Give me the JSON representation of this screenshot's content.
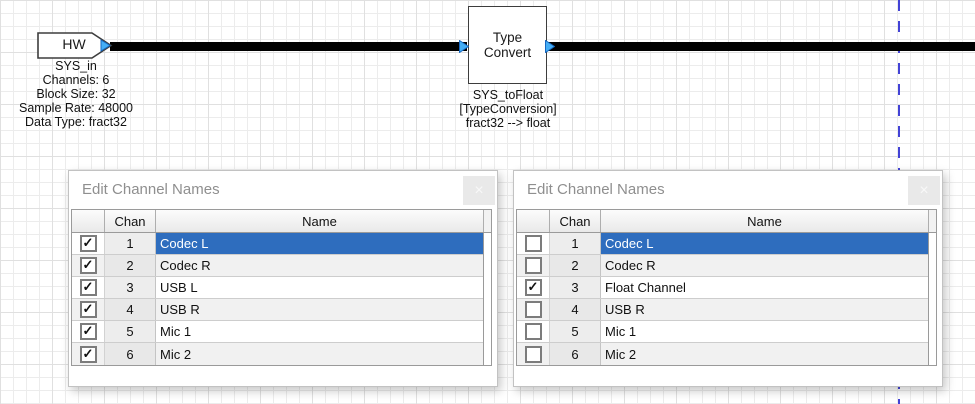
{
  "canvas": {
    "hw_block": {
      "title": "HW",
      "labels": [
        "SYS_in",
        "Channels: 6",
        "Block Size: 32",
        "Sample Rate: 48000",
        "Data Type: fract32"
      ]
    },
    "type_convert_block": {
      "title_lines": [
        "Type",
        "Convert"
      ],
      "labels": [
        "SYS_toFloat",
        "[TypeConversion]",
        "fract32 --> float"
      ]
    }
  },
  "dialogs": [
    {
      "title": "Edit Channel Names",
      "close_glyph": "×",
      "columns": {
        "chan": "Chan",
        "name": "Name"
      },
      "rows": [
        {
          "chan": "1",
          "name": "Codec L",
          "checked": true,
          "selected": true
        },
        {
          "chan": "2",
          "name": "Codec R",
          "checked": true,
          "selected": false
        },
        {
          "chan": "3",
          "name": "USB L",
          "checked": true,
          "selected": false
        },
        {
          "chan": "4",
          "name": "USB R",
          "checked": true,
          "selected": false
        },
        {
          "chan": "5",
          "name": "Mic 1",
          "checked": true,
          "selected": false
        },
        {
          "chan": "6",
          "name": "Mic 2",
          "checked": true,
          "selected": false
        }
      ]
    },
    {
      "title": "Edit Channel Names",
      "close_glyph": "×",
      "columns": {
        "chan": "Chan",
        "name": "Name"
      },
      "rows": [
        {
          "chan": "1",
          "name": "Codec L",
          "checked": false,
          "selected": true
        },
        {
          "chan": "2",
          "name": "Codec R",
          "checked": false,
          "selected": false
        },
        {
          "chan": "3",
          "name": "Float Channel",
          "checked": true,
          "selected": false
        },
        {
          "chan": "4",
          "name": "USB R",
          "checked": false,
          "selected": false
        },
        {
          "chan": "5",
          "name": "Mic 1",
          "checked": false,
          "selected": false
        },
        {
          "chan": "6",
          "name": "Mic 2",
          "checked": false,
          "selected": false
        }
      ]
    }
  ],
  "icons": {
    "check_glyph": "✓"
  },
  "colors": {
    "selection": "#2e6dbe",
    "wire": "#000000",
    "pin_fill": "#45aef5",
    "pin_stroke": "#1668c1",
    "guide_line": "#4343d6"
  }
}
